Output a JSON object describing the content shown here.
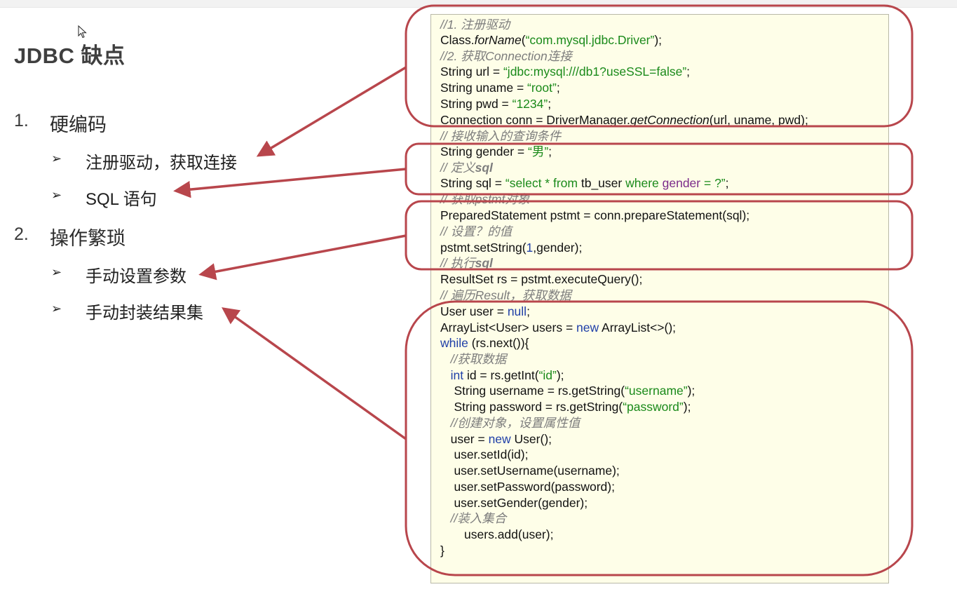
{
  "slide": {
    "title": "JDBC 缺点",
    "points": [
      {
        "number": "1.",
        "label": "硬编码",
        "subs": [
          {
            "bullet": "➢",
            "label": "注册驱动，获取连接"
          },
          {
            "bullet": "➢",
            "label": "SQL 语句"
          }
        ]
      },
      {
        "number": "2.",
        "label": "操作繁琐",
        "subs": [
          {
            "bullet": "➢",
            "label": "手动设置参数"
          },
          {
            "bullet": "➢",
            "label": "手动封装结果集"
          }
        ]
      }
    ]
  },
  "code": {
    "l1": "//1. 注册驱动",
    "l2_a": "Class.",
    "l2_b": "forName",
    "l2_c": "(",
    "l2_d": "“com.mysql.jdbc.Driver”",
    "l2_e": ");",
    "l3": "//2. 获取Connection连接",
    "l4_a": "String url = ",
    "l4_b": "“jdbc:mysql:///db1?useSSL=false”",
    "l4_c": ";",
    "l5_a": "String uname = ",
    "l5_b": "“root”",
    "l5_c": ";",
    "l6_a": "String pwd = ",
    "l6_b": "“1234”",
    "l6_c": ";",
    "l7_a": "Connection conn = DriverManager.",
    "l7_b": "getConnection",
    "l7_c": "(url, uname, pwd);",
    "l8": "// 接收输入的查询条件",
    "l9_a": "String gender = ",
    "l9_b": "“男”",
    "l9_c": ";",
    "l10_a": "// 定义",
    "l10_b": "sql",
    "l11_a": "String sql = ",
    "l11_b": "“select * from ",
    "l11_c": "tb_user ",
    "l11_d": "where ",
    "l11_e": "gender ",
    "l11_f": "= ?”",
    "l11_g": ";",
    "l12": "// 获取pstmt对象",
    "l13": "PreparedStatement pstmt = conn.prepareStatement(sql);",
    "l14": "// 设置？的值",
    "l15_a": "pstmt.setString(",
    "l15_b": "1",
    "l15_c": ",gender);",
    "l16_a": "// 执行",
    "l16_b": "sql",
    "l17": "ResultSet rs = pstmt.executeQuery();",
    "l18": "// 遍历Result，获取数据",
    "l19_a": "User user = ",
    "l19_b": "null",
    "l19_c": ";",
    "l20_a": "ArrayList<User> users = ",
    "l20_b": "new ",
    "l20_c": "ArrayList<>();",
    "l21_a": "while ",
    "l21_b": "(rs.next()){",
    "l22": "   //获取数据",
    "l23_a": "   ",
    "l23_b": "int ",
    "l23_c": "id = rs.getInt(",
    "l23_d": "“id”",
    "l23_e": ");",
    "l24_a": "    String username = rs.getString(",
    "l24_b": "“username”",
    "l24_c": ");",
    "l25_a": "    String password = rs.getString(",
    "l25_b": "“password”",
    "l25_c": ");",
    "l26": "   //创建对象，设置属性值",
    "l27_a": "   user = ",
    "l27_b": "new ",
    "l27_c": "User();",
    "l28": "    user.setId(id);",
    "l29": "    user.setUsername(username);",
    "l30": "    user.setPassword(password);",
    "l31": "    user.setGender(gender);",
    "l32": "   //装入集合",
    "l33": "       users.add(user);",
    "l34": "}"
  },
  "colors": {
    "highlight": "#b8464c",
    "code_bg": "#fefee8",
    "string": "#1a8a1a",
    "keyword": "#1f3fa8",
    "comment": "#7d7d7d"
  }
}
